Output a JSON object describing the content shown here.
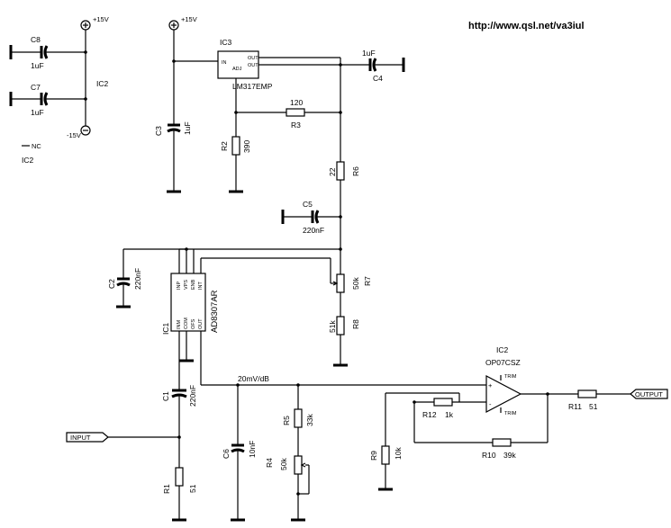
{
  "header": {
    "url": "http://www.qsl.net/va3iul"
  },
  "supply": {
    "plus": "+15V",
    "minus": "-15V",
    "nc": "NC"
  },
  "components": {
    "c8": {
      "ref": "C8",
      "value": "1uF"
    },
    "c7": {
      "ref": "C7",
      "value": "1uF"
    },
    "ic2_power": {
      "ref": "IC2"
    },
    "ic2_nc": {
      "ref": "IC2"
    },
    "c3": {
      "ref": "C3",
      "value": "1uF"
    },
    "ic3": {
      "ref": "IC3",
      "part": "LM317EMP",
      "pin_in": "IN",
      "pin_adj": "ADJ",
      "pin_out1": "OUT",
      "pin_out2": "OUT"
    },
    "c4": {
      "ref": "C4",
      "value": "1uF"
    },
    "r3": {
      "ref": "R3",
      "value": "120"
    },
    "r2": {
      "ref": "R2",
      "value": "390"
    },
    "r6": {
      "ref": "R6",
      "value": "22"
    },
    "c5": {
      "ref": "C5",
      "value": "220nF"
    },
    "c2": {
      "ref": "C2",
      "value": "220nF"
    },
    "ic1": {
      "ref": "IC1",
      "part": "AD8307AR",
      "pins_top": [
        "INP",
        "VPS",
        "ENB",
        "INT"
      ],
      "pins_bottom": [
        "INM",
        "COM",
        "OFS",
        "OUT"
      ]
    },
    "r7": {
      "ref": "R7",
      "value": "50k"
    },
    "r8": {
      "ref": "R8",
      "value": "51k"
    },
    "c1": {
      "ref": "C1",
      "value": "220nF"
    },
    "r1": {
      "ref": "R1",
      "value": "51"
    },
    "c6": {
      "ref": "C6",
      "value": "10nF"
    },
    "r5": {
      "ref": "R5",
      "value": "33k"
    },
    "r4": {
      "ref": "R4",
      "value": "50k"
    },
    "r9": {
      "ref": "R9",
      "value": "10k"
    },
    "r12": {
      "ref": "R12",
      "value": "1k"
    },
    "r10": {
      "ref": "R10",
      "value": "39k"
    },
    "r11": {
      "ref": "R11",
      "value": "51"
    },
    "ic2": {
      "ref": "IC2",
      "part": "OP07CSZ",
      "trim_top": "TRIM",
      "trim_bottom": "TRIM"
    }
  },
  "nets": {
    "slope": "20mV/dB"
  },
  "ports": {
    "input": "INPUT",
    "output": "OUTPUT"
  }
}
